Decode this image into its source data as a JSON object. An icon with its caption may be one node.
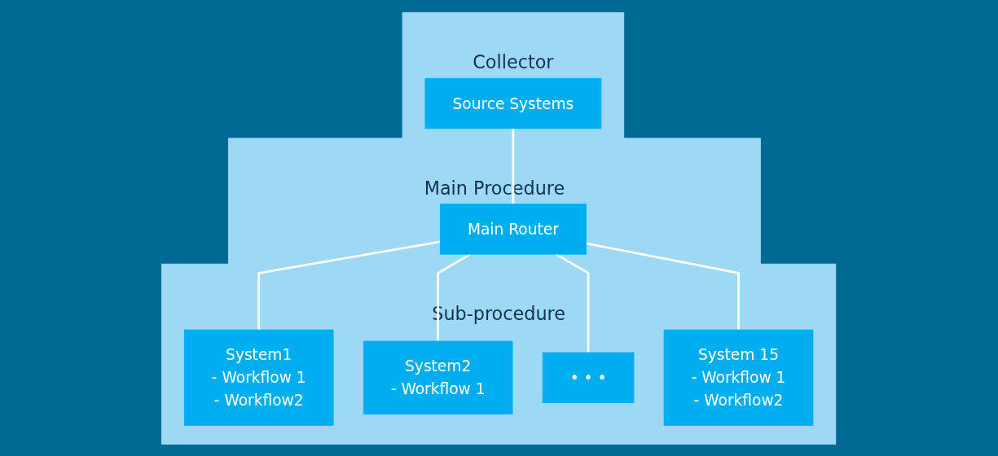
{
  "diagram": {
    "nodes": [
      {
        "text": [
          "Collector"
        ]
      },
      {
        "text": [
          "Source Systems"
        ],
        "in": 0
      },
      {
        "text": [
          "Main Procedure"
        ]
      },
      {
        "text": [
          "Main Router"
        ],
        "in": 2
      },
      {
        "text": [
          "Sub-procedure"
        ]
      },
      {
        "text": [
          "System1",
          "- Workflow 1",
          "- Workflow2"
        ],
        "in": 4
      },
      {
        "text": [
          "System2",
          "- Workflow 1"
        ],
        "in": 4
      },
      {
        "text": [
          "• • •"
        ],
        "in": 4
      },
      {
        "text": [
          "System 15",
          "- Workflow 1",
          "- Workflow2"
        ],
        "in": 4
      }
    ],
    "edges": [
      {
        "from": 1,
        "to": 3,
        "arrow": "none"
      },
      {
        "from": 3,
        "to": 5,
        "arrow": "none"
      },
      {
        "from": 3,
        "to": 6,
        "arrow": "none"
      },
      {
        "from": 3,
        "to": 7,
        "arrow": "none"
      },
      {
        "from": 3,
        "to": 8,
        "arrow": "none"
      }
    ]
  }
}
